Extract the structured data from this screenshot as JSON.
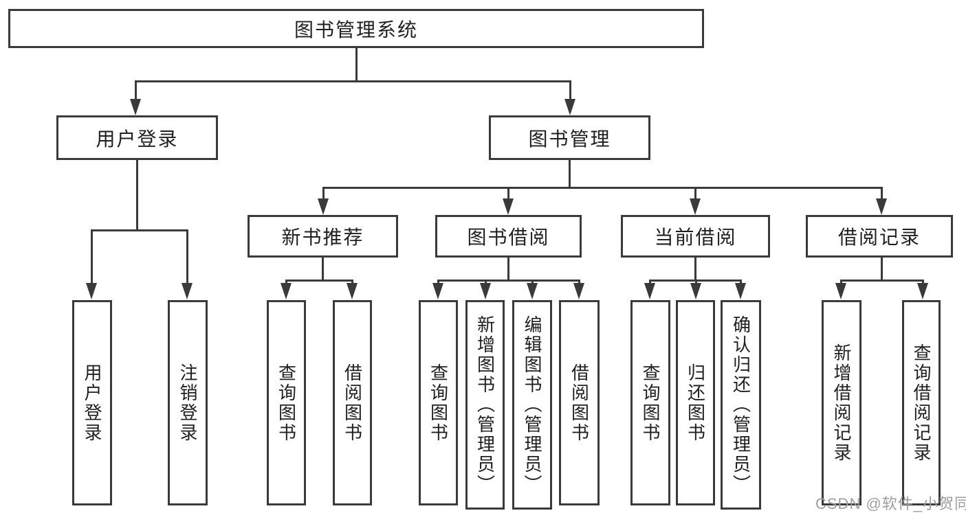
{
  "page": {
    "watermark": "CSDN @软件_小贺同学"
  },
  "colors": {
    "background": "#ffffff",
    "line": "#3a3a3a",
    "text": "#1f1f1f",
    "watermark": "#9e9e9e"
  },
  "tree": {
    "root": {
      "label": "图书管理系统",
      "children": [
        {
          "label": "用户登录",
          "children": [
            {
              "label": "用户登录"
            },
            {
              "label": "注销登录"
            }
          ]
        },
        {
          "label": "图书管理",
          "children": [
            {
              "label": "新书推荐",
              "children": [
                {
                  "label": "查询图书"
                },
                {
                  "label": "借阅图书"
                }
              ]
            },
            {
              "label": "图书借阅",
              "children": [
                {
                  "label": "查询图书"
                },
                {
                  "label": "新增图书（管理员）"
                },
                {
                  "label": "编辑图书（管理员）"
                },
                {
                  "label": "借阅图书"
                }
              ]
            },
            {
              "label": "当前借阅",
              "children": [
                {
                  "label": "查询图书"
                },
                {
                  "label": "归还图书"
                },
                {
                  "label": "确认归还（管理员）"
                }
              ]
            },
            {
              "label": "借阅记录",
              "children": [
                {
                  "label": "新增借阅记录"
                },
                {
                  "label": "查询借阅记录"
                }
              ]
            }
          ]
        }
      ]
    }
  }
}
